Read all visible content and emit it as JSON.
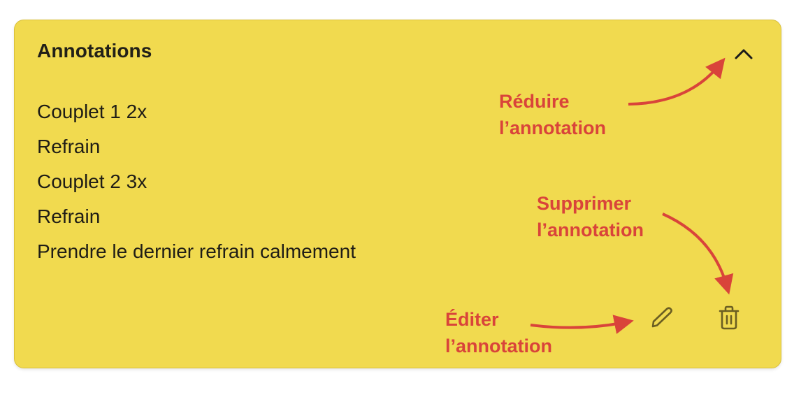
{
  "panel": {
    "title": "Annotations",
    "collapse_icon": "chevron-up-icon",
    "lines": [
      "Couplet 1 2x",
      "Refrain",
      "Couplet 2 3x",
      "Refrain",
      "Prendre le dernier refrain calmement"
    ],
    "actions": {
      "edit_icon": "pencil-icon",
      "delete_icon": "trash-icon"
    }
  },
  "callouts": {
    "reduce": {
      "line1": "Réduire",
      "line2": "l’annotation"
    },
    "delete": {
      "line1": "Supprimer",
      "line2": "l’annotation"
    },
    "edit": {
      "line1": "Éditer",
      "line2": "l’annotation"
    }
  },
  "colors": {
    "card_bg": "#F1DA4F",
    "card_border": "#D9BF3A",
    "text": "#1F1D16",
    "callout": "#D9443A",
    "icon": "#6B5E22"
  }
}
